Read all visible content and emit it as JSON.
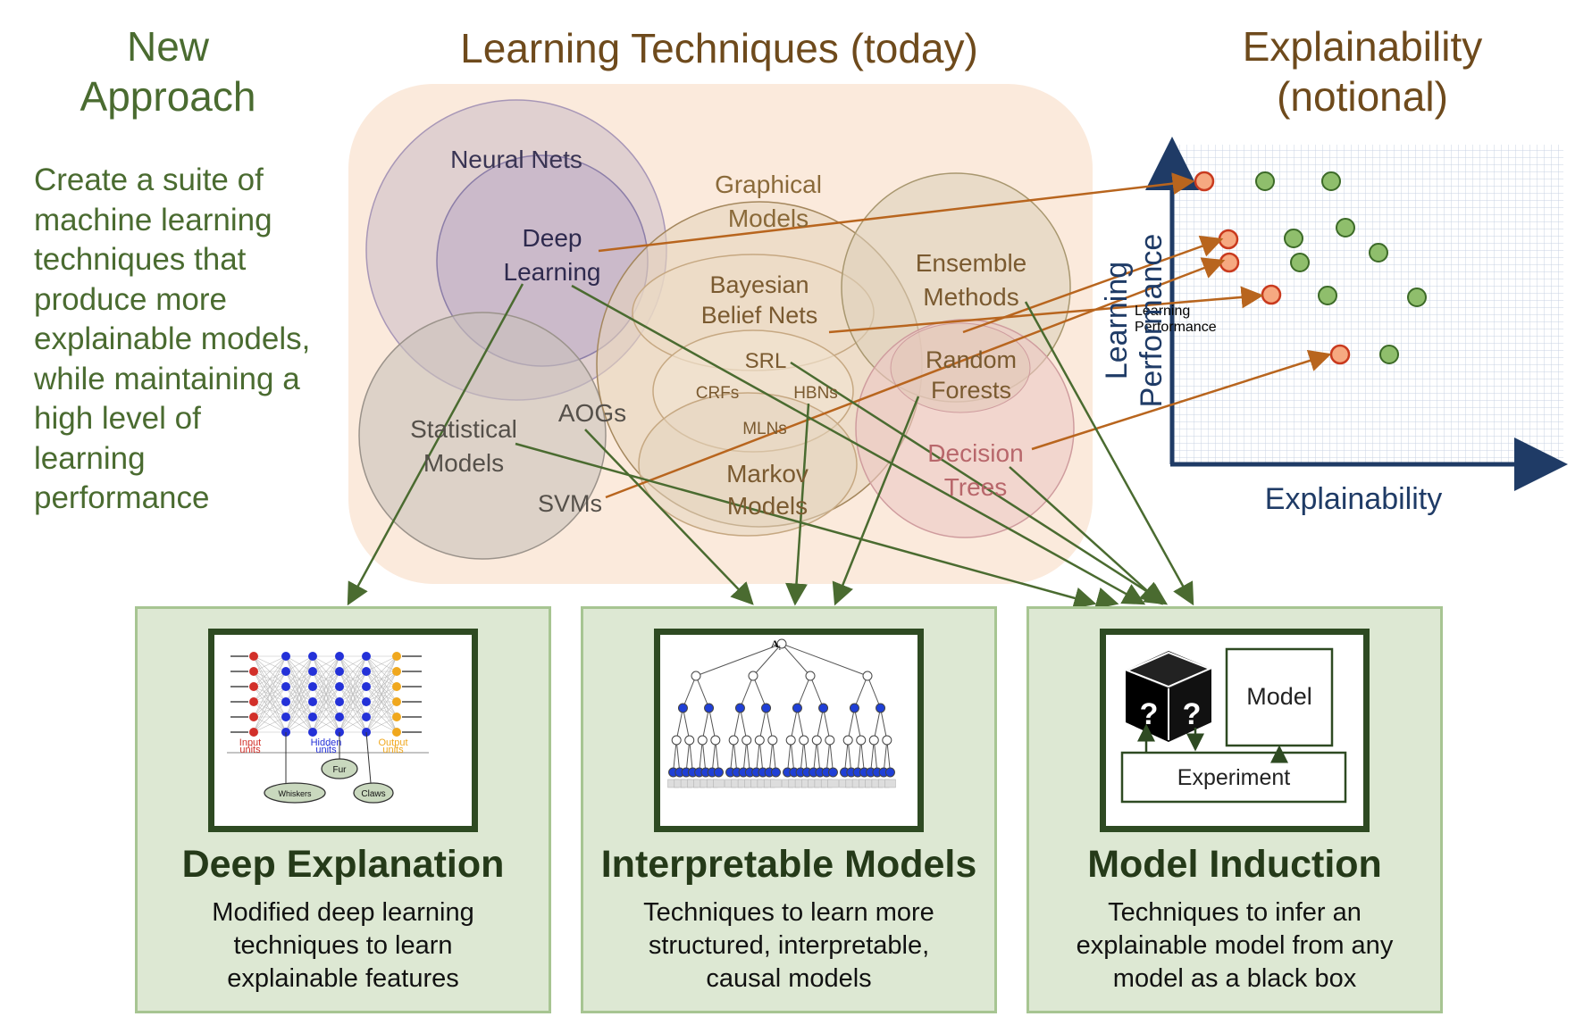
{
  "headings": {
    "new_approach": [
      "New",
      "Approach"
    ],
    "learning_techniques": "Learning Techniques (today)",
    "explainability": [
      "Explainability",
      "(notional)"
    ]
  },
  "intro_text": [
    "Create a suite of",
    "machine learning",
    "techniques that",
    "produce more",
    "explainable models,",
    "while maintaining a",
    "high level of",
    "learning",
    "performance"
  ],
  "techniques": {
    "neural_nets": "Neural Nets",
    "deep_learning": [
      "Deep",
      "Learning"
    ],
    "graphical_models": [
      "Graphical",
      "Models"
    ],
    "bayesian_belief_nets": [
      "Bayesian",
      "Belief Nets"
    ],
    "ensemble_methods": [
      "Ensemble",
      "Methods"
    ],
    "srl": "SRL",
    "crfs": "CRFs",
    "hbns": "HBNs",
    "mlns": "MLNs",
    "aogs": "AOGs",
    "statistical_models": [
      "Statistical",
      "Models"
    ],
    "svms": "SVMs",
    "markov_models": [
      "Markov",
      "Models"
    ],
    "random_forests": [
      "Random",
      "Forests"
    ],
    "decision_trees": [
      "Decision",
      "Trees"
    ]
  },
  "plot": {
    "ylabel": "Learning Performance",
    "xlabel": "Explainability"
  },
  "panels": [
    {
      "title": "Deep Explanation",
      "desc": [
        "Modified deep learning",
        "techniques to learn",
        "explainable features"
      ]
    },
    {
      "title": "Interpretable Models",
      "desc": [
        "Techniques to learn more",
        "structured, interpretable,",
        "causal models"
      ]
    },
    {
      "title": "Model Induction",
      "desc": [
        "Techniques to infer an",
        "explainable model from any",
        "model as a black box"
      ]
    }
  ],
  "nn_labels": {
    "input": [
      "Input",
      "units"
    ],
    "hidden": [
      "Hidden",
      "units"
    ],
    "output": [
      "Output",
      "units"
    ],
    "fur": "Fur",
    "whiskers": "Whiskers",
    "claws": "Claws"
  },
  "tree_labels": {
    "root": "A",
    "root_sub": "1"
  },
  "model_induction": {
    "model": "Model",
    "experiment": "Experiment",
    "q1": "?",
    "q2": "?"
  },
  "colors": {
    "green_text": "#4a6b30",
    "brown_text": "#6e4a1c",
    "arrow_brown": "#b8651e",
    "arrow_green": "#4a6b30",
    "axis": "#1f3b66",
    "dot_red": "#e8462a",
    "dot_green": "#86b463"
  }
}
